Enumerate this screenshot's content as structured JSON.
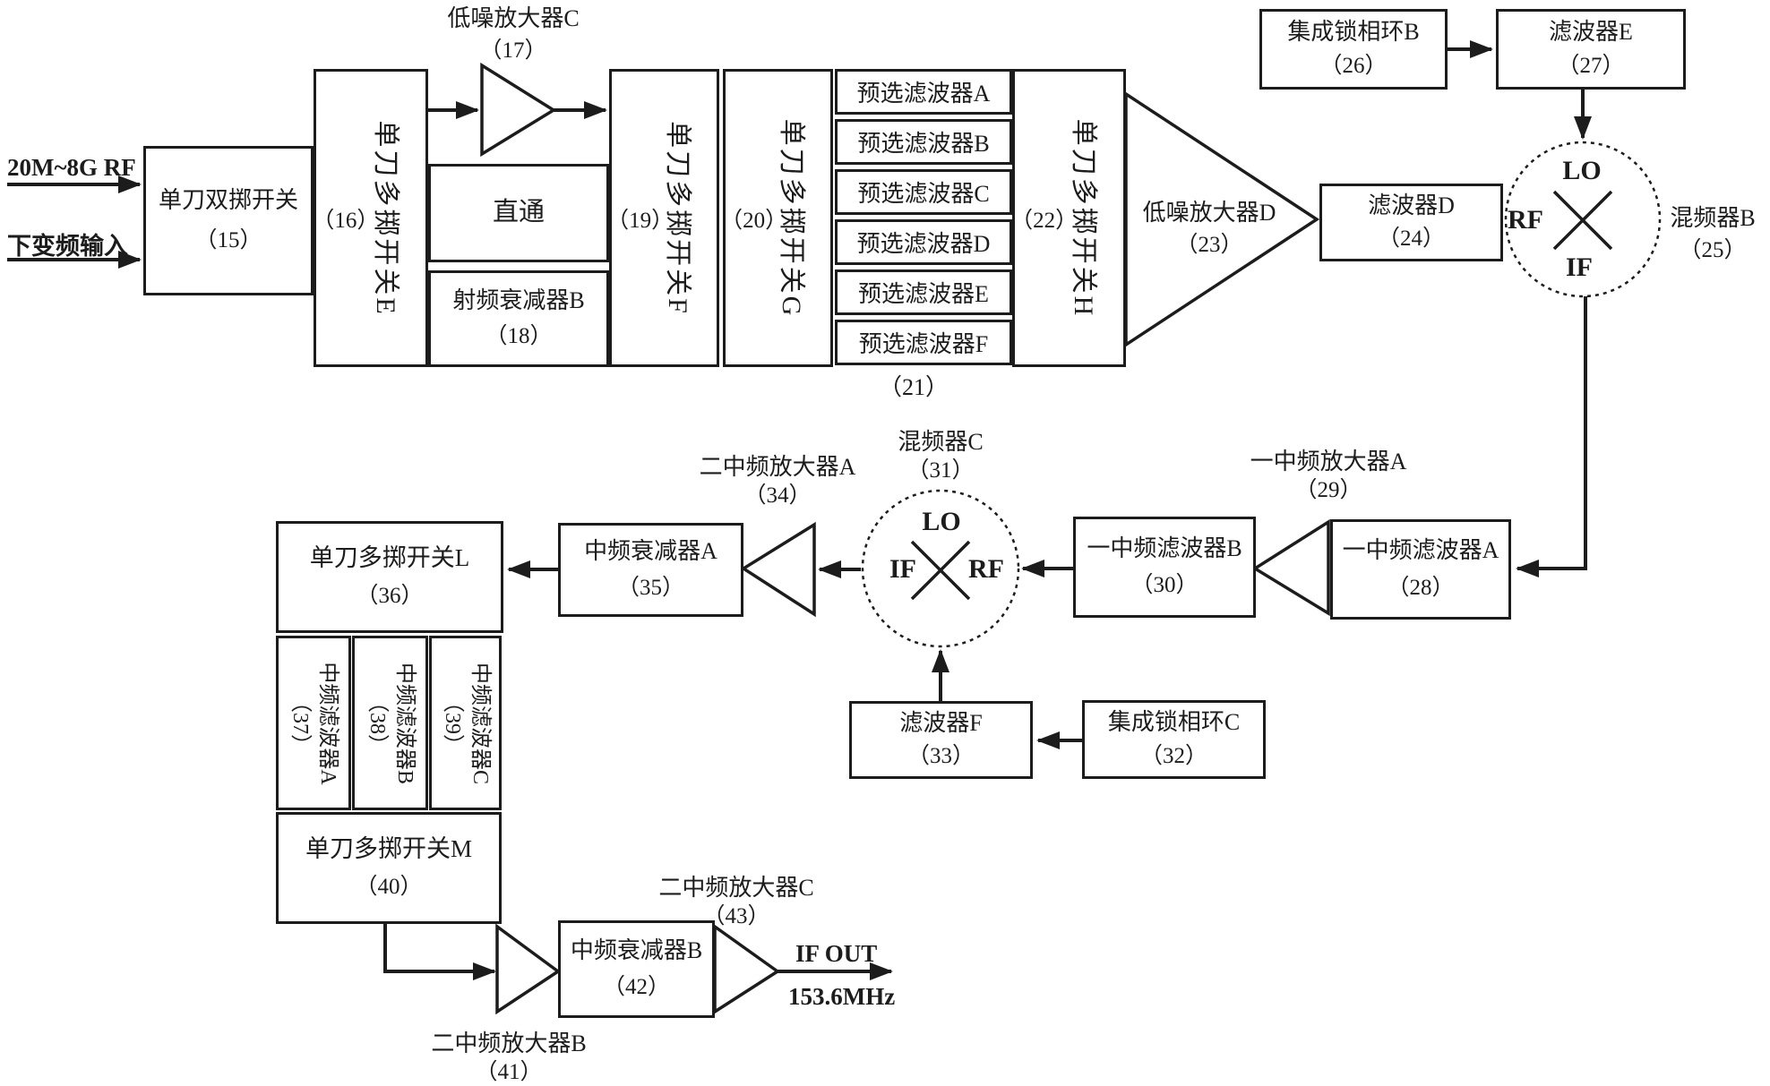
{
  "diagram": {
    "colors": {
      "line": "#1c1c1c",
      "background": "#ffffff"
    },
    "inputs": {
      "rf_label": "20M~8G RF",
      "downconv_label": "下变频输入"
    },
    "output": {
      "line1": "IF OUT",
      "line2": "153.6MHz"
    },
    "nodes": {
      "sw15": {
        "name": "单刀双掷开关",
        "ref": "（15）"
      },
      "sw16": {
        "name": "单刀多掷开关E",
        "ref": "（16）"
      },
      "amp17": {
        "name": "低噪放大器C",
        "ref": "（17）"
      },
      "thru": {
        "name": "直通"
      },
      "att18": {
        "name": "射频衰减器B",
        "ref": "（18）"
      },
      "sw19": {
        "name": "单刀多掷开关F",
        "ref": "（19）"
      },
      "sw20": {
        "name": "单刀多掷开关G",
        "ref": "（20）"
      },
      "presel": {
        "filters": [
          "预选滤波器A",
          "预选滤波器B",
          "预选滤波器C",
          "预选滤波器D",
          "预选滤波器E",
          "预选滤波器F"
        ],
        "ref": "（21）"
      },
      "sw22": {
        "name": "单刀多掷开关H",
        "ref": "（22）"
      },
      "amp23": {
        "name": "低噪放大器D",
        "ref": "（23）"
      },
      "flt24": {
        "name": "滤波器D",
        "ref": "（24）"
      },
      "mix25": {
        "name": "混频器B",
        "ref": "（25）",
        "ports": {
          "lo": "LO",
          "rf": "RF",
          "if": "IF"
        }
      },
      "pll26": {
        "name": "集成锁相环B",
        "ref": "（26）"
      },
      "flt27": {
        "name": "滤波器E",
        "ref": "（27）"
      },
      "flt28": {
        "name": "一中频滤波器A",
        "ref": "（28）"
      },
      "amp29": {
        "name": "一中频放大器A",
        "ref": "（29）"
      },
      "flt30": {
        "name": "一中频滤波器B",
        "ref": "（30）"
      },
      "mix31": {
        "name": "混频器C",
        "ref": "（31）",
        "ports": {
          "lo": "LO",
          "if": "IF",
          "rf": "RF"
        }
      },
      "pll32": {
        "name": "集成锁相环C",
        "ref": "（32）"
      },
      "flt33": {
        "name": "滤波器F",
        "ref": "（33）"
      },
      "amp34": {
        "name": "二中频放大器A",
        "ref": "（34）"
      },
      "att35": {
        "name": "中频衰减器A",
        "ref": "（35）"
      },
      "sw36": {
        "name": "单刀多掷开关L",
        "ref": "（36）"
      },
      "flt37": {
        "name": "中频滤波器A",
        "ref": "（37）"
      },
      "flt38": {
        "name": "中频滤波器B",
        "ref": "（38）"
      },
      "flt39": {
        "name": "中频滤波器C",
        "ref": "（39）"
      },
      "sw40": {
        "name": "单刀多掷开关M",
        "ref": "（40）"
      },
      "amp41": {
        "name": "二中频放大器B",
        "ref": "（41）"
      },
      "att42": {
        "name": "中频衰减器B",
        "ref": "（42）"
      },
      "amp43": {
        "name": "二中频放大器C",
        "ref": "（43）"
      }
    }
  }
}
